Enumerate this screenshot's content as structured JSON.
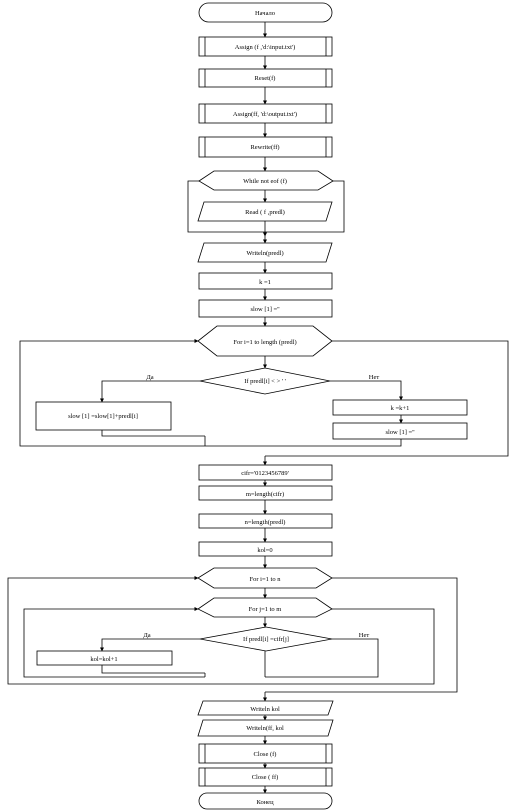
{
  "flowchart": {
    "start": "Начало",
    "assign_in": "Assign (f ,'d:\\input.txt')",
    "reset": "Reset(f)",
    "assign_out": "Assign(ff, 'd:\\output.txt')",
    "rewrite": "Rewrite(ff)",
    "while_cond": "While not eof (f)",
    "read": "Read ( f ,predl)",
    "writeln_predl": "Writeln(predl)",
    "k_init": "k =1",
    "slow_init": "slow [1] =''",
    "for_i_len": "For i=1 to length (predl)",
    "if_space": "If predl[i] < > ' '",
    "yes1": "Да",
    "no1": "Нет",
    "slow_concat": "slow [1] =slow[1]+predl[i]",
    "k_inc": "k =k+1",
    "slow_reset": "slow [1] =''",
    "cifr": "cifr='0123456789'",
    "m_len": "m=length(cifr)",
    "n_len": "n=length(predl)",
    "kol_init": "kol=0",
    "for_i_n": "For i=1 to n",
    "for_j_m": "For j=1 to m",
    "if_digit": "If predl[i] =cifr[j]",
    "yes2": "Да",
    "no2": "Нет",
    "kol_inc": "kol=kol+1",
    "writeln_kol": "Writeln kol",
    "writeln_ff_kol": "Writeln(ff, kol",
    "close_f": "Close (f)",
    "close_ff": "Close ( ff)",
    "end": "Конец"
  }
}
